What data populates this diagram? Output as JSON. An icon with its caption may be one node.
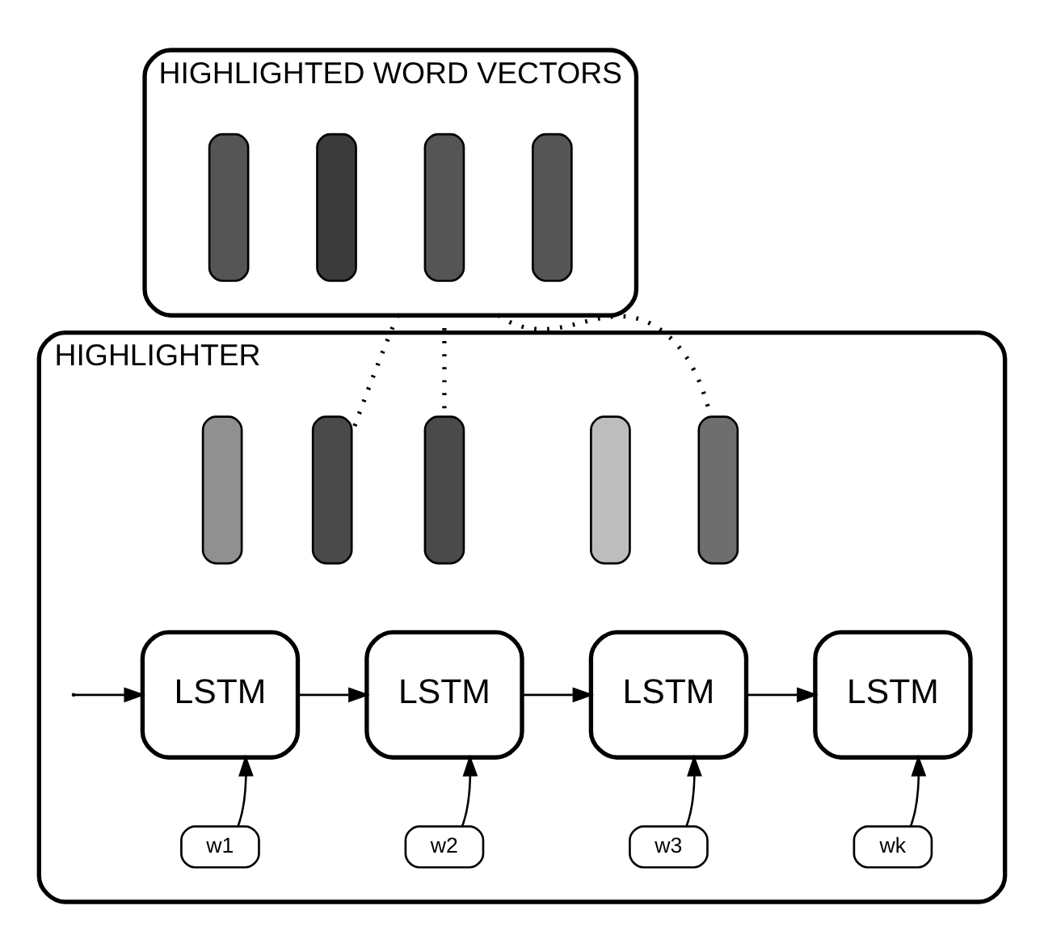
{
  "diagram": {
    "nodes": [
      {
        "text": [
          "HIGHLIGHTED WORD VECTORS"
        ]
      },
      {
        "text": [],
        "shape": "bar",
        "in": 0
      },
      {
        "text": [],
        "shape": "bar",
        "in": 0
      },
      {
        "text": [],
        "shape": "bar",
        "in": 0
      },
      {
        "text": [],
        "shape": "bar",
        "in": 0
      },
      {
        "text": [
          "HIGHLIGHTER"
        ]
      },
      {
        "text": [],
        "shape": "bar",
        "in": 5
      },
      {
        "text": [],
        "shape": "bar",
        "in": 5
      },
      {
        "text": [],
        "shape": "bar",
        "in": 5
      },
      {
        "text": [],
        "shape": "bar",
        "in": 5
      },
      {
        "text": [],
        "shape": "bar",
        "in": 5
      },
      {
        "text": [
          "LSTM"
        ],
        "in": 5
      },
      {
        "text": [
          "LSTM"
        ],
        "in": 5
      },
      {
        "text": [
          "LSTM"
        ],
        "in": 5
      },
      {
        "text": [
          "LSTM"
        ],
        "in": 5
      },
      {
        "text": [
          "w1"
        ],
        "in": 5
      },
      {
        "text": [
          "w2"
        ],
        "in": 5
      },
      {
        "text": [
          "w3"
        ],
        "in": 5
      },
      {
        "text": [
          "wk"
        ],
        "in": 5
      }
    ],
    "edges": [
      {
        "from": 0,
        "to": 7,
        "arrow": "none",
        "style": "dashed"
      },
      {
        "from": 0,
        "to": 8,
        "arrow": "none",
        "style": "dashed"
      },
      {
        "from": 0,
        "to": 10,
        "arrow": "none",
        "style": "dashed"
      },
      {
        "from": null,
        "to": 11,
        "arrow": "to"
      },
      {
        "from": 11,
        "to": 12,
        "arrow": "to"
      },
      {
        "from": 12,
        "to": 13,
        "arrow": "to"
      },
      {
        "from": 13,
        "to": 14,
        "arrow": "to"
      },
      {
        "from": 15,
        "to": 11,
        "arrow": "to"
      },
      {
        "from": 16,
        "to": 12,
        "arrow": "to"
      },
      {
        "from": 17,
        "to": 13,
        "arrow": "to"
      },
      {
        "from": 18,
        "to": 14,
        "arrow": "to"
      }
    ]
  }
}
